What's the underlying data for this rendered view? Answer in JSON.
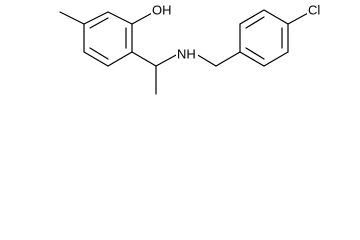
{
  "molecule": {
    "atom_labels": {
      "oh": "OH",
      "nh": "NH",
      "cl": "Cl"
    },
    "colors": {
      "bond": "#000000",
      "text": "#000000",
      "background": "#ffffff"
    }
  }
}
